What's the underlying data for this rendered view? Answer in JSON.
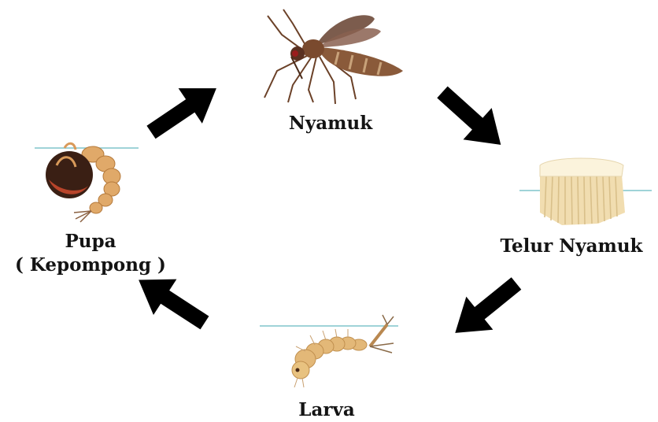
{
  "diagram": {
    "stages": {
      "adult": "Nyamuk",
      "egg": "Telur Nyamuk",
      "larva": "Larva",
      "pupa_line1": "Pupa",
      "pupa_line2": "( Kepompong )"
    },
    "colors": {
      "arrow": "#000000",
      "water": "#9fd3d8",
      "mosquito_body": "#8a5a3a",
      "mosquito_stripe": "#c8a27a",
      "egg_raft": "#f1ddb0",
      "larva": "#e3b878",
      "pupa_head": "#3a1f14",
      "pupa_tail": "#e0a969"
    }
  }
}
